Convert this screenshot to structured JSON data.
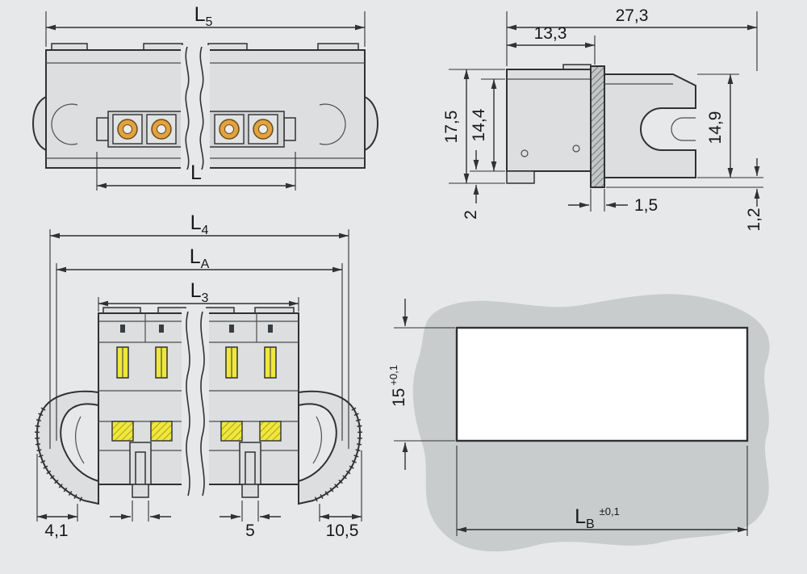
{
  "colors": {
    "background": "#e7e8e9",
    "line": "#2f3133",
    "body_fill": "#dcdedf",
    "contact_orange": "#e2a23f",
    "slot_yellow": "#efe73a",
    "panel_gray": "#c9cccd"
  },
  "top_view": {
    "L5": {
      "main": "L",
      "sub": "5"
    },
    "L": "L"
  },
  "side_view": {
    "total_width": "27,3",
    "front_width": "13,3",
    "height_total": "17,5",
    "height_body": "14,4",
    "height_front": "14,9",
    "step": "2",
    "flange_thickness": "1,5",
    "lip": "1,2"
  },
  "front_view": {
    "L4": {
      "main": "L",
      "sub": "4"
    },
    "LA": {
      "main": "L",
      "sub": "A"
    },
    "L3": {
      "main": "L",
      "sub": "3"
    },
    "latch_left": "4,1",
    "peg_width": "5",
    "latch_right": "10,5"
  },
  "cutout_view": {
    "height": {
      "value": "15",
      "tolerance": "+0,1"
    },
    "width": {
      "main": "L",
      "sub": "B",
      "tolerance": "±0,1"
    }
  }
}
